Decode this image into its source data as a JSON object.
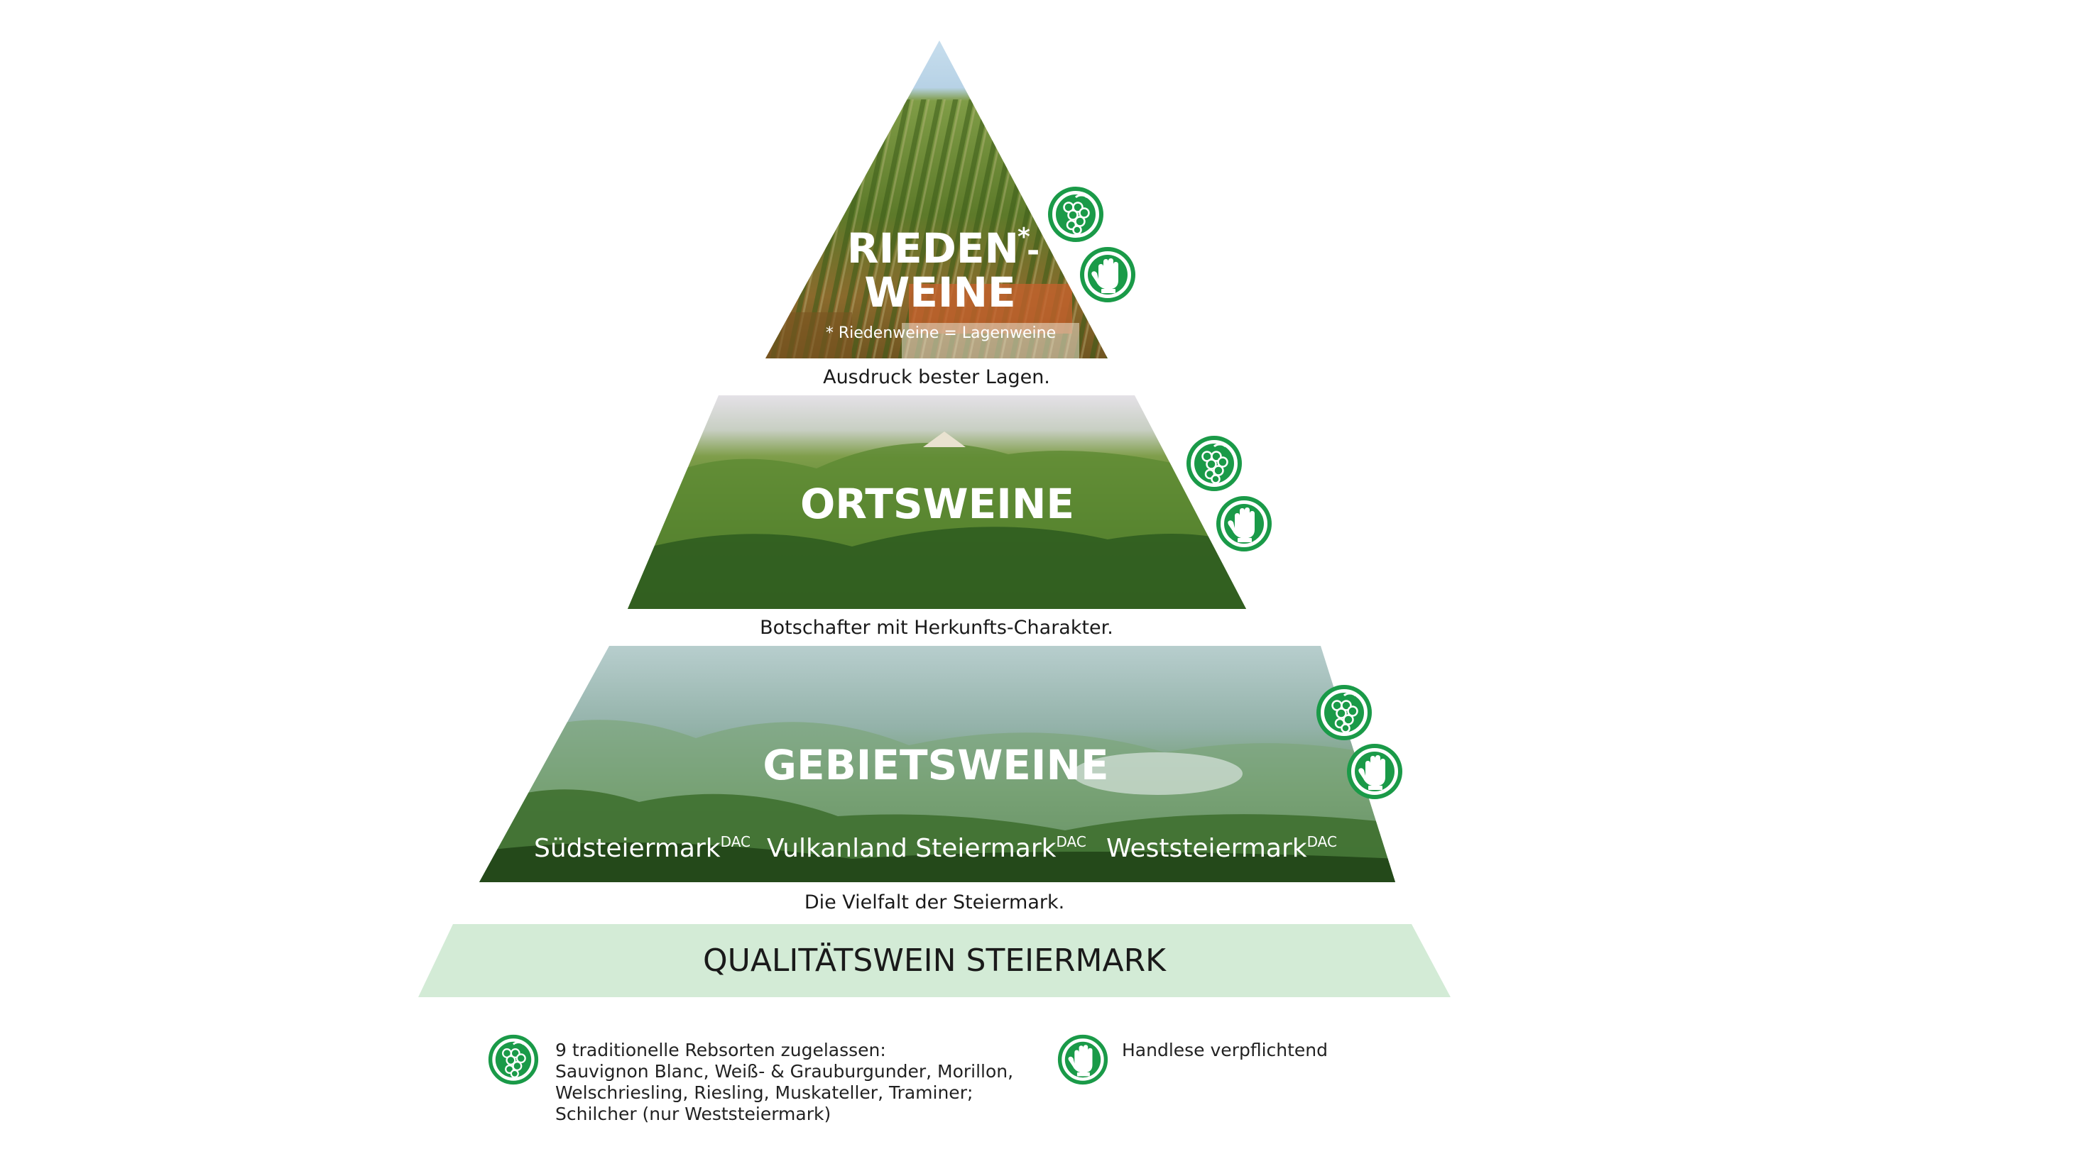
{
  "pyramid": {
    "top": {
      "title_line1": "RIEDEN",
      "title_line2": "WEINE",
      "title_mark": "*",
      "title_hyphen": "-",
      "footnote": "* Riedenweine = Lagenweine",
      "caption": "Ausdruck bester Lagen."
    },
    "middle": {
      "title": "ORTSWEINE",
      "caption": "Botschafter mit Herkunfts-Charakter."
    },
    "bottom": {
      "title": "GEBIETSWEINE",
      "regions": [
        {
          "name": "Südsteiermark",
          "sup": "DAC"
        },
        {
          "name": "Vulkanland Steiermark",
          "sup": "DAC"
        },
        {
          "name": "Weststeiermark",
          "sup": "DAC"
        }
      ],
      "caption": "Die Vielfalt der Steiermark."
    },
    "base": {
      "title": "QUALITÄTSWEIN STEIERMARK"
    }
  },
  "icons": {
    "grapes": "grapes-icon",
    "hand": "hand-icon"
  },
  "legend": {
    "grapes": {
      "lines": [
        "9 traditionelle Rebsorten zugelassen:",
        "Sauvignon Blanc, Weiß- & Grauburgunder, Morillon,",
        "Welschriesling, Riesling, Muskateller, Traminer;",
        "Schilcher (nur Weststeiermark)"
      ]
    },
    "hand": {
      "text": "Handlese verpflichtend"
    }
  },
  "colors": {
    "icon_green": "#1a9a48",
    "base_band": "#d3ebd6",
    "text_dark": "#1a1a1a"
  }
}
